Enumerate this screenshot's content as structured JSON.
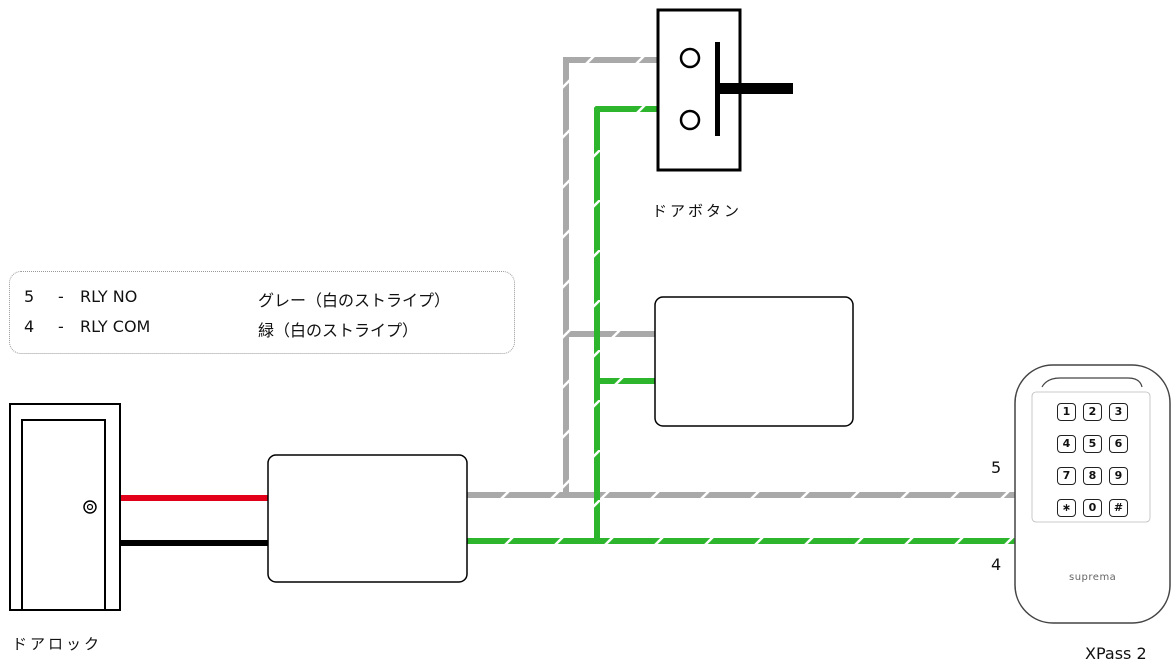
{
  "labels": {
    "door_button": "ドアボタン",
    "door_lock": "ドアロック",
    "device": "XPass 2",
    "brand": "suprema",
    "wire_5": "5",
    "wire_4": "4"
  },
  "legend": [
    {
      "pin": "5",
      "dash": "-",
      "signal": "RLY NO",
      "wire": "グレー（白のストライプ）"
    },
    {
      "pin": "4",
      "dash": "-",
      "signal": "RLY COM",
      "wire": "緑（白のストライプ）"
    }
  ],
  "keypad": [
    "1",
    "2",
    "3",
    "4",
    "5",
    "6",
    "7",
    "8",
    "9",
    "∗",
    "0",
    "#"
  ],
  "colors": {
    "gray_wire": "#a9a9a9",
    "green_wire": "#2db52d",
    "red_wire": "#e3001b",
    "black_wire": "#000000",
    "stripe": "#ffffff"
  }
}
